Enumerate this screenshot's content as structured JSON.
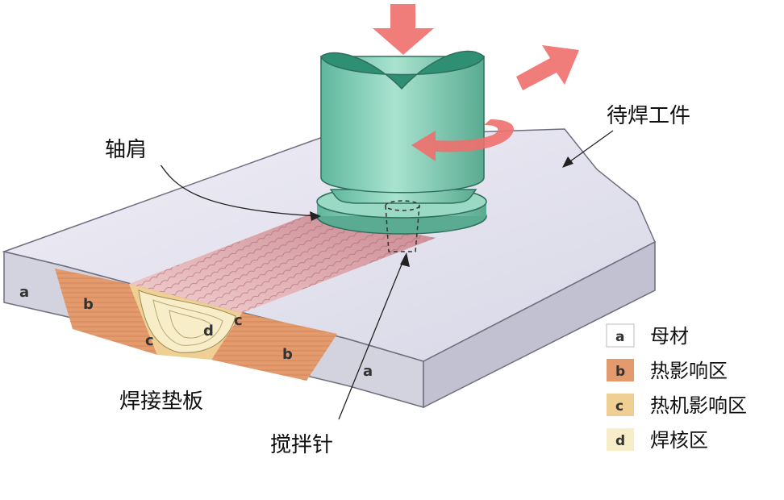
{
  "labels": {
    "workpiece": "待焊工件",
    "shoulder": "轴肩",
    "backing_plate": "焊接垫板",
    "pin": "搅拌针"
  },
  "zone_letters": {
    "a": "a",
    "b": "b",
    "c": "c",
    "d": "d"
  },
  "legend": [
    {
      "key": "a",
      "text": "母材",
      "color": "#ffffff"
    },
    {
      "key": "b",
      "text": "热影响区",
      "color": "#e39a6c"
    },
    {
      "key": "c",
      "text": "热机影响区",
      "color": "#efcf93"
    },
    {
      "key": "d",
      "text": "焊核区",
      "color": "#f7eec9"
    }
  ],
  "colors": {
    "plate_top": "#e4e3ef",
    "plate_side": "#cccbd9",
    "tool": "#7fcfb5",
    "tool_dark": "#4fa88e",
    "arrow": "#ef6f6d",
    "weld_track": "#d79a9e"
  }
}
